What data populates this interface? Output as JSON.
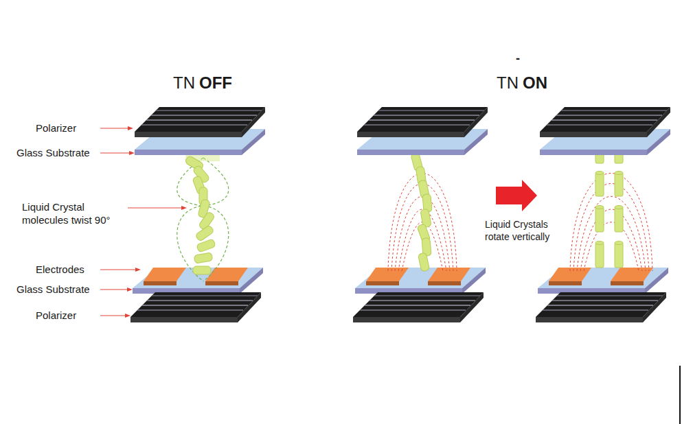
{
  "diagram": {
    "labels": [
      "-",
      "TN",
      "OFF",
      "TN",
      "ON",
      "Polarizer",
      "Glass Substrate",
      "Liquid Crystal molecules twist 90°",
      "Electrodes",
      "Glass Substrate",
      "Polarizer",
      "Liquid Crystals rotate vertically"
    ]
  }
}
